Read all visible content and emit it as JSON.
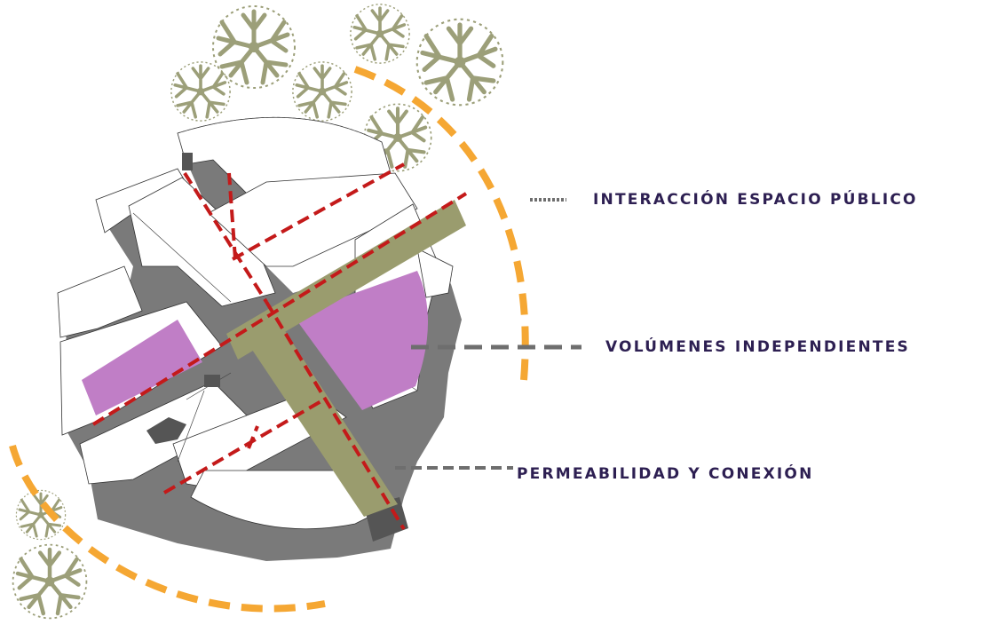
{
  "labels": {
    "public_space": "INTERACCIÓN ESPACIO PÚBLICO",
    "volumes": "VOLÚMENES INDEPENDIENTES",
    "permeability": "PERMEABILIDAD Y CONEXIÓN"
  },
  "colors": {
    "label_text": "#2d1f52",
    "public_space_arc": "#f5a733",
    "axis_red": "#c41a1a",
    "connection_band": "#9a9c6e",
    "volumes_fill": "#c07ec6",
    "shadow": "#7a7a7a",
    "leader": "#6e6e6e",
    "tree": "#9c9f79"
  },
  "legend_styles": {
    "public_space": "dotted",
    "volumes": "long-dash",
    "permeability": "dash"
  }
}
